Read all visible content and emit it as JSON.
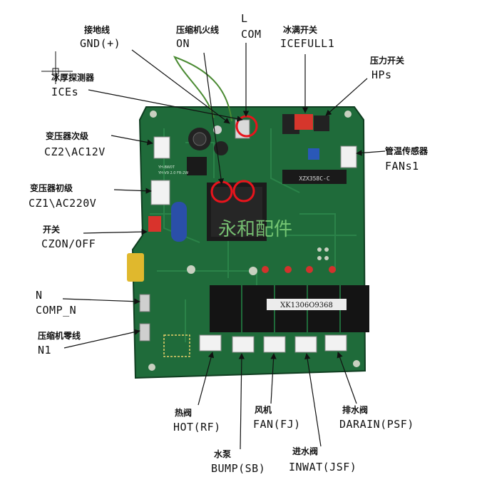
{
  "labels": {
    "gnd": {
      "cn": "接地线",
      "code": "GND(+)"
    },
    "on": {
      "cn": "压缩机火线",
      "code": "ON"
    },
    "com": {
      "cn": "L",
      "code": "COM"
    },
    "icefull": {
      "cn": "冰满开关",
      "code": "ICEFULL1"
    },
    "hps": {
      "cn": "压力开关",
      "code": "HPs"
    },
    "ices": {
      "cn": "冰厚探测器",
      "code": "ICEs"
    },
    "cz2": {
      "cn": "变压器次级",
      "code": "CZ2\\AC12V"
    },
    "fans1": {
      "cn": "管温传感器",
      "code": "FANs1"
    },
    "cz1": {
      "cn": "变压器初级",
      "code": "CZ1\\AC220V"
    },
    "czon": {
      "cn": "开关",
      "code": "CZON/OFF"
    },
    "comp_n": {
      "cn": "N",
      "code": "COMP_N"
    },
    "n1": {
      "cn": "压缩机零线",
      "code": "N1"
    },
    "hot": {
      "cn": "热阀",
      "code": "HOT(RF)"
    },
    "bump": {
      "cn": "水泵",
      "code": "BUMP(SB)"
    },
    "fan": {
      "cn": "风机",
      "code": "FAN(FJ)"
    },
    "inwat": {
      "cn": "进水阀",
      "code": "INWAT(JSF)"
    },
    "darain": {
      "cn": "排水阀",
      "code": "DARAIN(PSF)"
    }
  },
  "board": {
    "watermark": "永和配件",
    "chip_label": "XZX358C-C",
    "relay_label": "XK1306O9368",
    "silkscreen_model": "YH-BW0T",
    "silkscreen_spec": "YH-V9 2.0 FR-2W"
  },
  "colors": {
    "pcb": "#1f6b3a",
    "pcb_dark": "#154d29",
    "relay": "#141414",
    "highlight_circle": "#e8141c",
    "arrow": "#111111",
    "watermark": "#7fd07a"
  }
}
